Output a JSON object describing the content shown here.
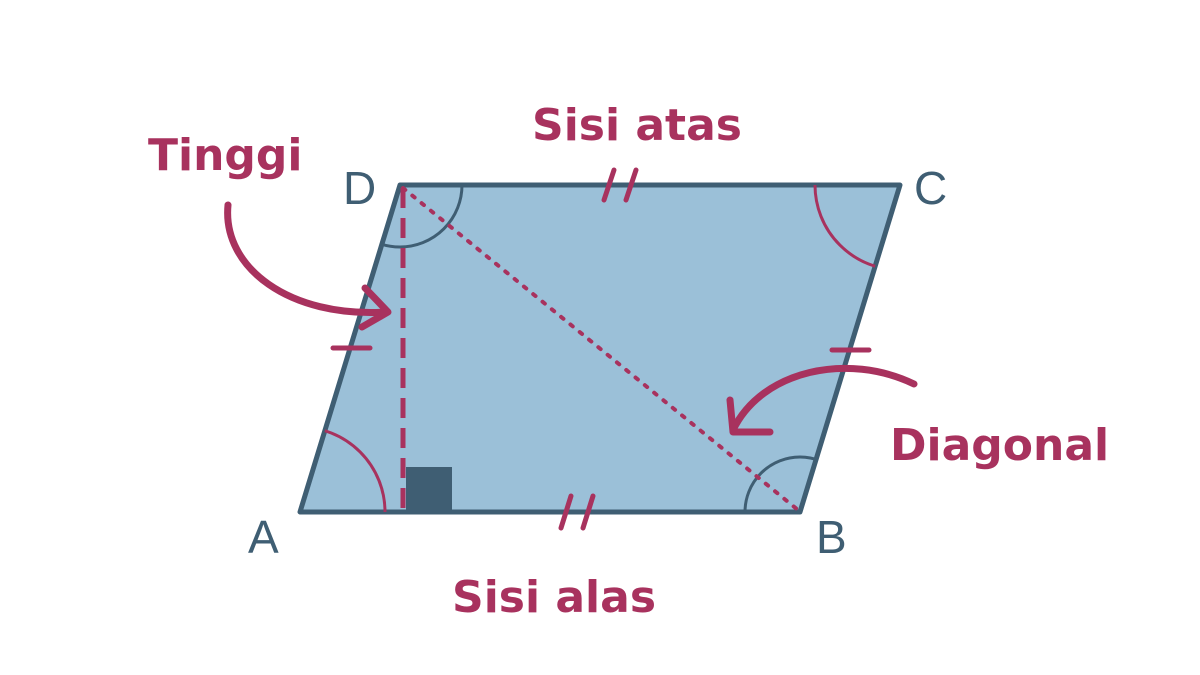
{
  "vertices": {
    "a": "A",
    "b": "B",
    "c": "C",
    "d": "D"
  },
  "labels": {
    "top_side": "Sisi atas",
    "bottom_side": "Sisi alas",
    "height": "Tinggi",
    "diagonal": "Diagonal"
  },
  "colors": {
    "fill": "#9bc0d8",
    "outline": "#3f5e73",
    "accent": "#a8325e",
    "right_angle_marker": "#3f5e73"
  }
}
